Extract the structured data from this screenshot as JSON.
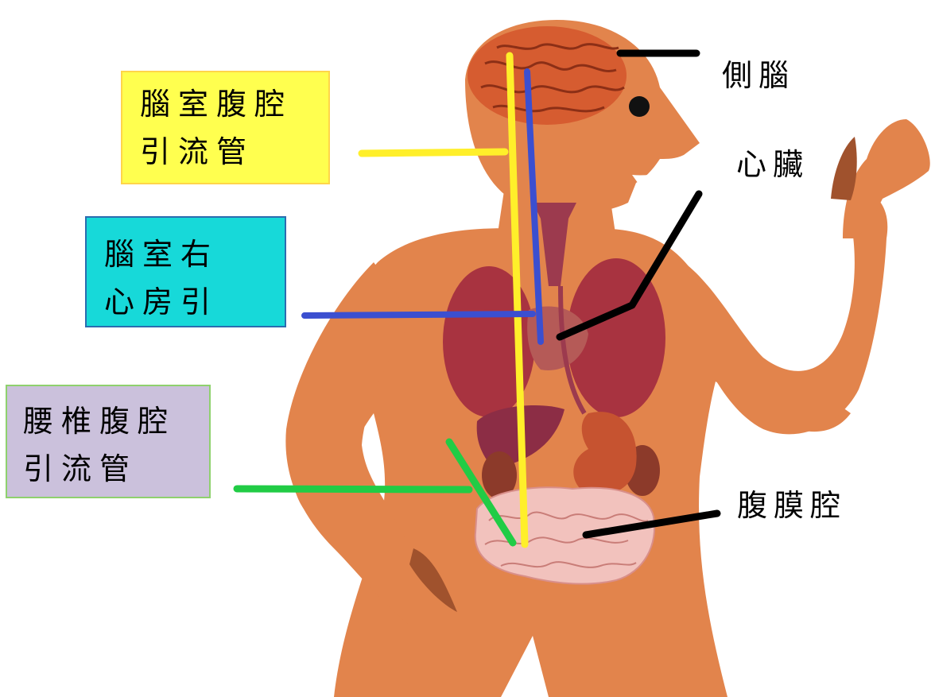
{
  "boxes": {
    "vp": {
      "line1": "腦室腹腔",
      "line2": "引流管",
      "fill": "#ffff4f",
      "line_color": "#ffef2a"
    },
    "va": {
      "line1": "腦室右",
      "line2": "心房引",
      "fill": "#17d9d9",
      "line_color": "#3b4fd0"
    },
    "lp": {
      "line1": "腰椎腹腔",
      "line2": "引流管",
      "fill": "#cbc1dc",
      "line_color": "#21cc45"
    }
  },
  "labels": {
    "ventricle": "側腦",
    "heart": "心臟",
    "peritoneum": "腹膜腔"
  },
  "colors": {
    "skin": "#e2844c",
    "brain": "#d65c30",
    "lungs": "#a83340",
    "intestine": "#f2c2bd",
    "pointer": "#000000"
  }
}
